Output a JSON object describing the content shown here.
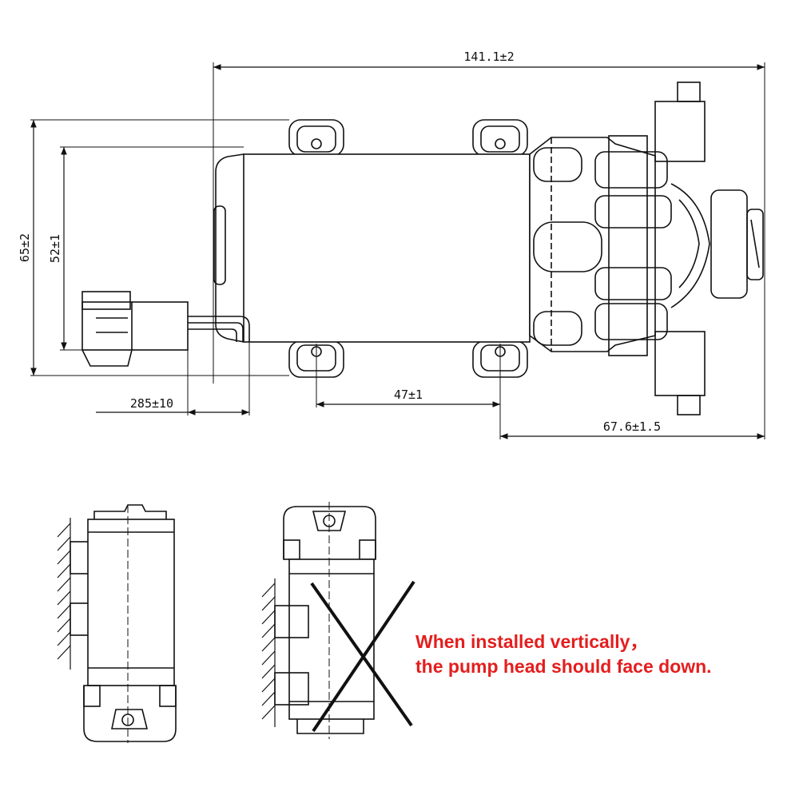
{
  "dimensions": {
    "overall_length": "141.1±2",
    "mount_height": "65±2",
    "motor_height": "52±1",
    "lead_length": "285±10",
    "hole_spacing": "47±1",
    "head_length": "67.6±1.5"
  },
  "installation_note": {
    "line1": "When installed vertically，",
    "line2": "the pump head should face down."
  },
  "colors": {
    "ink": "#111111",
    "note": "#e41e1e"
  }
}
